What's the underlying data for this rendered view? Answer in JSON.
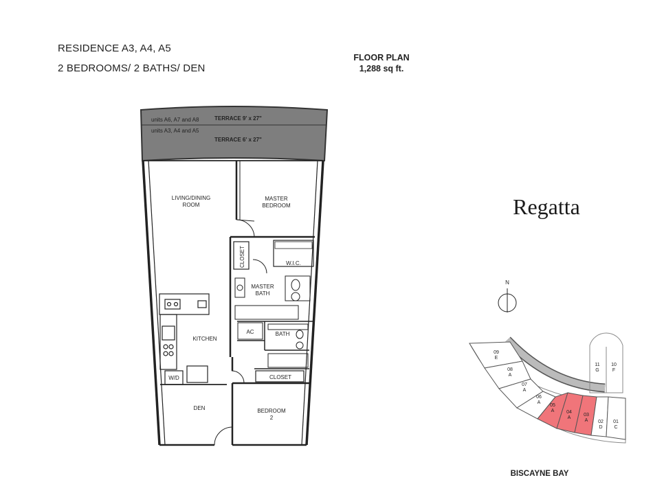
{
  "header": {
    "residence": "RESIDENCE A3, A4, A5",
    "layout": "2 BEDROOMS/ 2 BATHS/ DEN"
  },
  "floor_plan": {
    "title": "FLOOR PLAN",
    "area": "1,288 sq ft."
  },
  "brand": "Regatta",
  "compass_label": "N",
  "terrace": {
    "upper_units": "units A6, A7 and A8",
    "upper_size": "TERRACE 9' x 27\"",
    "lower_units": "units A3, A4 and A5",
    "lower_size": "TERRACE 6' x 27\""
  },
  "rooms": {
    "living_1": "LIVING/DINING",
    "living_2": "ROOM",
    "master_1": "MASTER",
    "master_2": "BEDROOM",
    "closet_vertical": "CLOSET",
    "wic": "W.I.C.",
    "master_bath_1": "MASTER",
    "master_bath_2": "BATH",
    "kitchen": "KITCHEN",
    "ac": "AC",
    "bath": "BATH",
    "wd": "W/D",
    "closet": "CLOSET",
    "den": "DEN",
    "bedroom2_1": "BEDROOM",
    "bedroom2_2": "2"
  },
  "key_plan": {
    "highlight_color": "#f0757a",
    "units": [
      {
        "num": "09",
        "type": "E"
      },
      {
        "num": "08",
        "type": "A"
      },
      {
        "num": "07",
        "type": "A"
      },
      {
        "num": "06",
        "type": "A"
      },
      {
        "num": "05",
        "type": "A"
      },
      {
        "num": "04",
        "type": "A"
      },
      {
        "num": "03",
        "type": "A"
      },
      {
        "num": "02",
        "type": "D"
      },
      {
        "num": "01",
        "type": "C"
      },
      {
        "num": "11",
        "type": "G"
      },
      {
        "num": "10",
        "type": "F"
      }
    ],
    "water_label": "BISCAYNE BAY"
  }
}
